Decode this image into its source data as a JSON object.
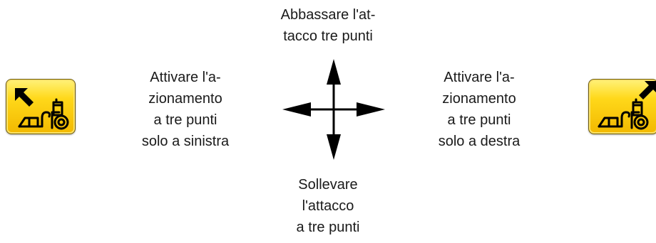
{
  "diagram": {
    "center_arrows": {
      "icon": "four-way-arrow-icon",
      "color": "#000000"
    },
    "top_label": [
      "Abbassare l'at-",
      "tacco tre punti"
    ],
    "bottom_label": [
      "Sollevare",
      "l'attacco",
      "a tre punti"
    ],
    "left_label": [
      "Attivare l'a-",
      "zionamento",
      "a tre punti",
      "solo a sinistra"
    ],
    "right_label": [
      "Attivare l'a-",
      "zionamento",
      "a tre punti",
      "solo a destra"
    ],
    "left_button": {
      "icon": "three-point-hitch-left-icon",
      "color": "#ffd81a"
    },
    "right_button": {
      "icon": "three-point-hitch-right-icon",
      "color": "#ffd81a"
    }
  }
}
